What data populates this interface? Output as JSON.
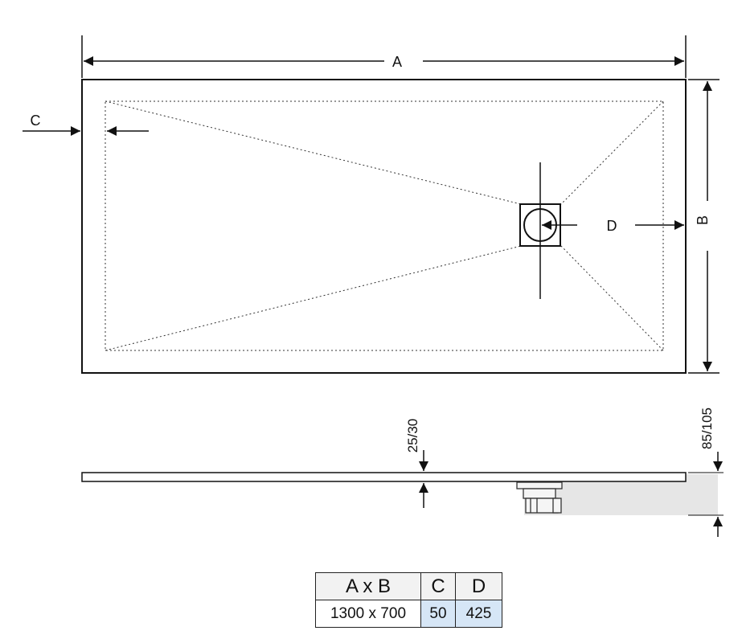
{
  "labels": {
    "a": "A",
    "b": "B",
    "c": "C",
    "d": "D",
    "edge_thickness": "25/30",
    "total_height": "85/105"
  },
  "spec_table": {
    "headers": [
      "A x B",
      "C",
      "D"
    ],
    "row": [
      "1300 x 700",
      "50",
      "425"
    ]
  },
  "colors": {
    "line": "#111111",
    "drain_shade": "#e6e6e6",
    "table_highlight": "#d6e6f6"
  }
}
